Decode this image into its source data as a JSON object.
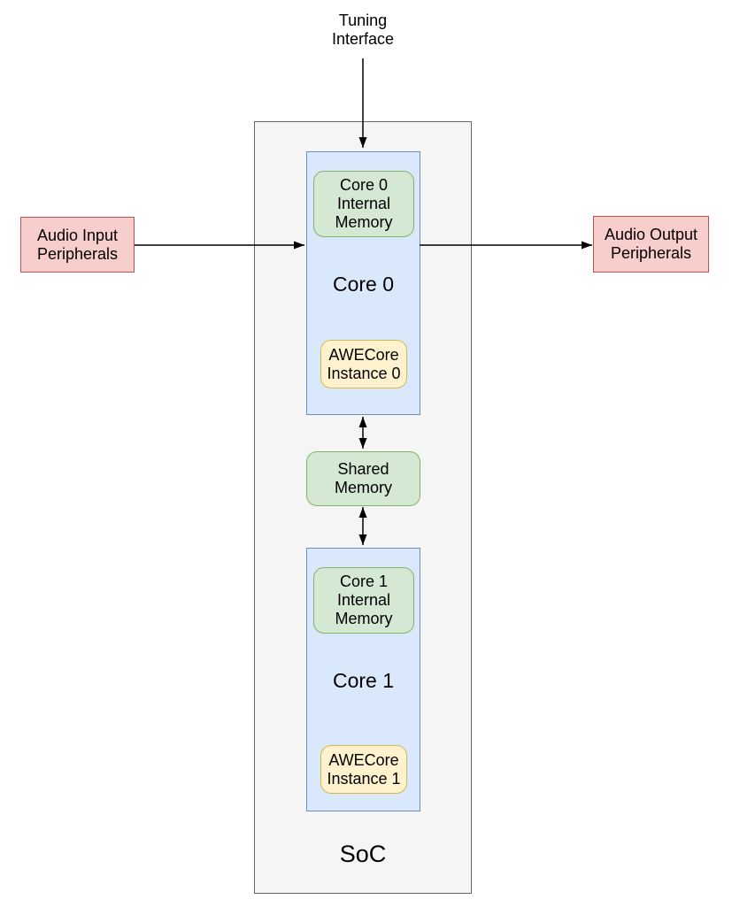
{
  "palette": {
    "background": "#ffffff",
    "soc_fill": "#f5f5f5",
    "soc_stroke": "#666666",
    "core_fill": "#dae8fc",
    "core_stroke": "#6c8ebf",
    "memory_fill": "#d5e8d4",
    "memory_stroke": "#82b366",
    "awecore_fill": "#fff2cc",
    "awecore_stroke": "#d6b656",
    "peripheral_fill": "#f8cecc",
    "peripheral_stroke": "#b85450",
    "arrow_color": "#000000",
    "text_color": "#000000"
  },
  "diagram": {
    "tuning_interface_label": "Tuning\nInterface",
    "audio_input_label": "Audio Input\nPeripherals",
    "audio_output_label": "Audio Output\nPeripherals",
    "soc_label": "SoC",
    "core0": {
      "label": "Core 0",
      "internal_memory_label": "Core 0\nInternal\nMemory",
      "awecore_label": "AWECore\nInstance 0"
    },
    "shared_memory_label": "Shared\nMemory",
    "core1": {
      "label": "Core 1",
      "internal_memory_label": "Core 1\nInternal\nMemory",
      "awecore_label": "AWECore\nInstance 1"
    }
  }
}
